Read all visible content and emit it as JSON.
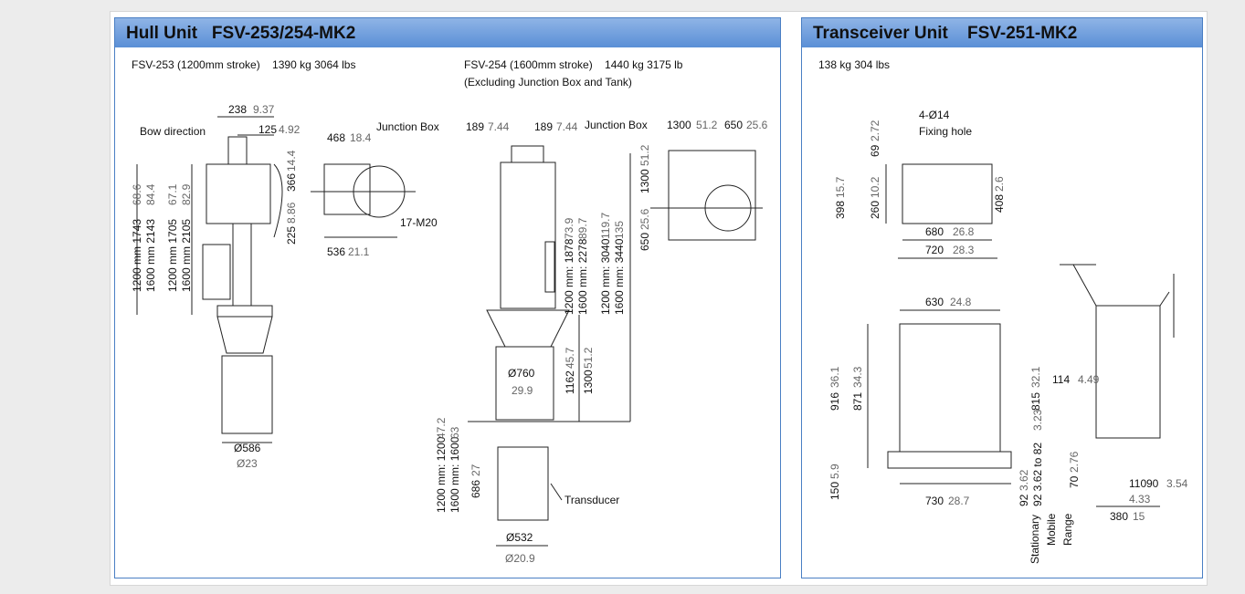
{
  "hull": {
    "title": "Hull Unit   FSV-253/254-MK2",
    "fsv253_spec": "FSV-253 (1200mm stroke)    1390 kg 3064 lbs",
    "fsv254_spec": "FSV-254 (1600mm stroke)    1440 kg 3175 lb",
    "fsv254_note": "(Excluding Junction Box and Tank)",
    "bow_direction": "Bow direction",
    "junction_box_1": "Junction Box",
    "junction_box_2": "Junction Box",
    "m20": "17-M20",
    "transducer": "Transducer",
    "d238": "238",
    "d238_in": "9.37",
    "d125": "125",
    "d125_in": "4.92",
    "d468": "468",
    "d468_in": "18.4",
    "d366": "366",
    "d366_in": "14.4",
    "d225": "225",
    "d225_in": "8.86",
    "d536": "536",
    "d536_in": "21.1",
    "h253_a": "1200 mm  1743",
    "h253_a_in": "68.6",
    "h253_b": "1600 mm  2143",
    "h253_b_in": "84.4",
    "h253_c": "1200 mm  1705",
    "h253_c_in": "67.1",
    "h253_d": "1600 mm  2105",
    "h253_d_in": "82.9",
    "dia586": "Ø586",
    "dia586_in": "Ø23",
    "d189a": "189",
    "d189a_in": "7.44",
    "d189b": "189",
    "d189b_in": "7.44",
    "d1300a": "1300",
    "d1300a_in": "51.2",
    "d650a": "650",
    "d650a_in": "25.6",
    "d1300b": "1300",
    "d1300b_in": "51.2",
    "d650b": "650",
    "d650b_in": "25.6",
    "h254_a": "1200 mm: 1878",
    "h254_a_in": "73.9",
    "h254_b": "1600 mm: 2278",
    "h254_b_in": "89.7",
    "h254_c": "1200 mm: 3040",
    "h254_c_in": "119.7",
    "h254_d": "1600 mm: 3440",
    "h254_d_in": "135",
    "d1162": "1162",
    "d1162_in": "45.7",
    "d1300c": "1300",
    "d1300c_in": "51.2",
    "dia760": "Ø760",
    "dia760_in": "29.9",
    "t_a": "1200 mm: 1200",
    "t_a_in": "47.2",
    "t_b": "1600 mm: 1600",
    "t_b_in": "63",
    "d686": "686",
    "d686_in": "27",
    "dia532": "Ø532",
    "dia532_in": "Ø20.9"
  },
  "transceiver": {
    "title": "Transceiver Unit    FSV-251-MK2",
    "weight": "138 kg 304 lbs",
    "holes": "4-Ø14",
    "fixing": "Fixing hole",
    "d69": "69",
    "d69_in": "2.72",
    "d398": "398",
    "d398_in": "15.7",
    "d260": "260",
    "d260_in": "10.2",
    "d408": "408",
    "d408_in": "2.6",
    "d680": "680",
    "d680_in": "26.8",
    "d720": "720",
    "d720_in": "28.3",
    "d630": "630",
    "d630_in": "24.8",
    "d916": "916",
    "d916_in": "36.1",
    "d871": "871",
    "d871_in": "34.3",
    "d815": "815",
    "d815_in": "32.1",
    "d82": "92 3.62 to 82",
    "d82_in": "3.23",
    "d150": "150",
    "d150_in": "5.9",
    "d730": "730",
    "d730_in": "28.7",
    "d92": "92",
    "d92_in": "3.62",
    "d114": "114",
    "d114_in": "4.49",
    "d70": "70",
    "d70_in": "2.76",
    "d110": "110",
    "d90": "90",
    "d90_in": "3.54",
    "d433": "4.33",
    "d380": "380",
    "d380_in": "15",
    "stationary": "Stationary",
    "mobile": "Mobile",
    "range": "Range"
  }
}
